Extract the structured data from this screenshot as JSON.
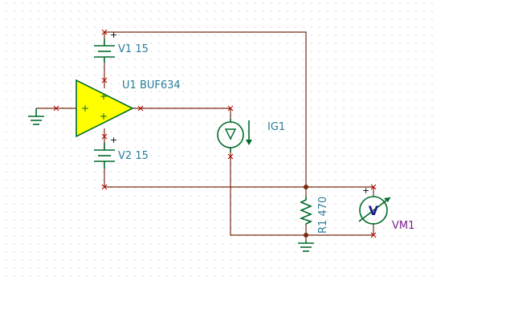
{
  "components": {
    "v1": {
      "name": "V1",
      "value": "15"
    },
    "v2": {
      "name": "V2",
      "value": "15"
    },
    "u1": {
      "name": "U1",
      "value": "BUF634"
    },
    "ig1": {
      "name": "IG1"
    },
    "r1": {
      "name": "R1",
      "value": "470"
    },
    "vm1": {
      "name": "VM1"
    }
  },
  "symbols": {
    "plus": "+",
    "volt": "V"
  },
  "colors": {
    "wire": "#7a2a10",
    "component": "#006b2a",
    "opamp_fill": "#ffff00",
    "label": "#2a7c9a",
    "meter_label": "#7a1f8a",
    "grid_dot": "#c8c8c8",
    "terminal": "#b00000"
  },
  "icons": [
    "battery-icon",
    "opamp-icon",
    "current-source-icon",
    "resistor-icon",
    "voltmeter-icon",
    "ground-icon"
  ]
}
